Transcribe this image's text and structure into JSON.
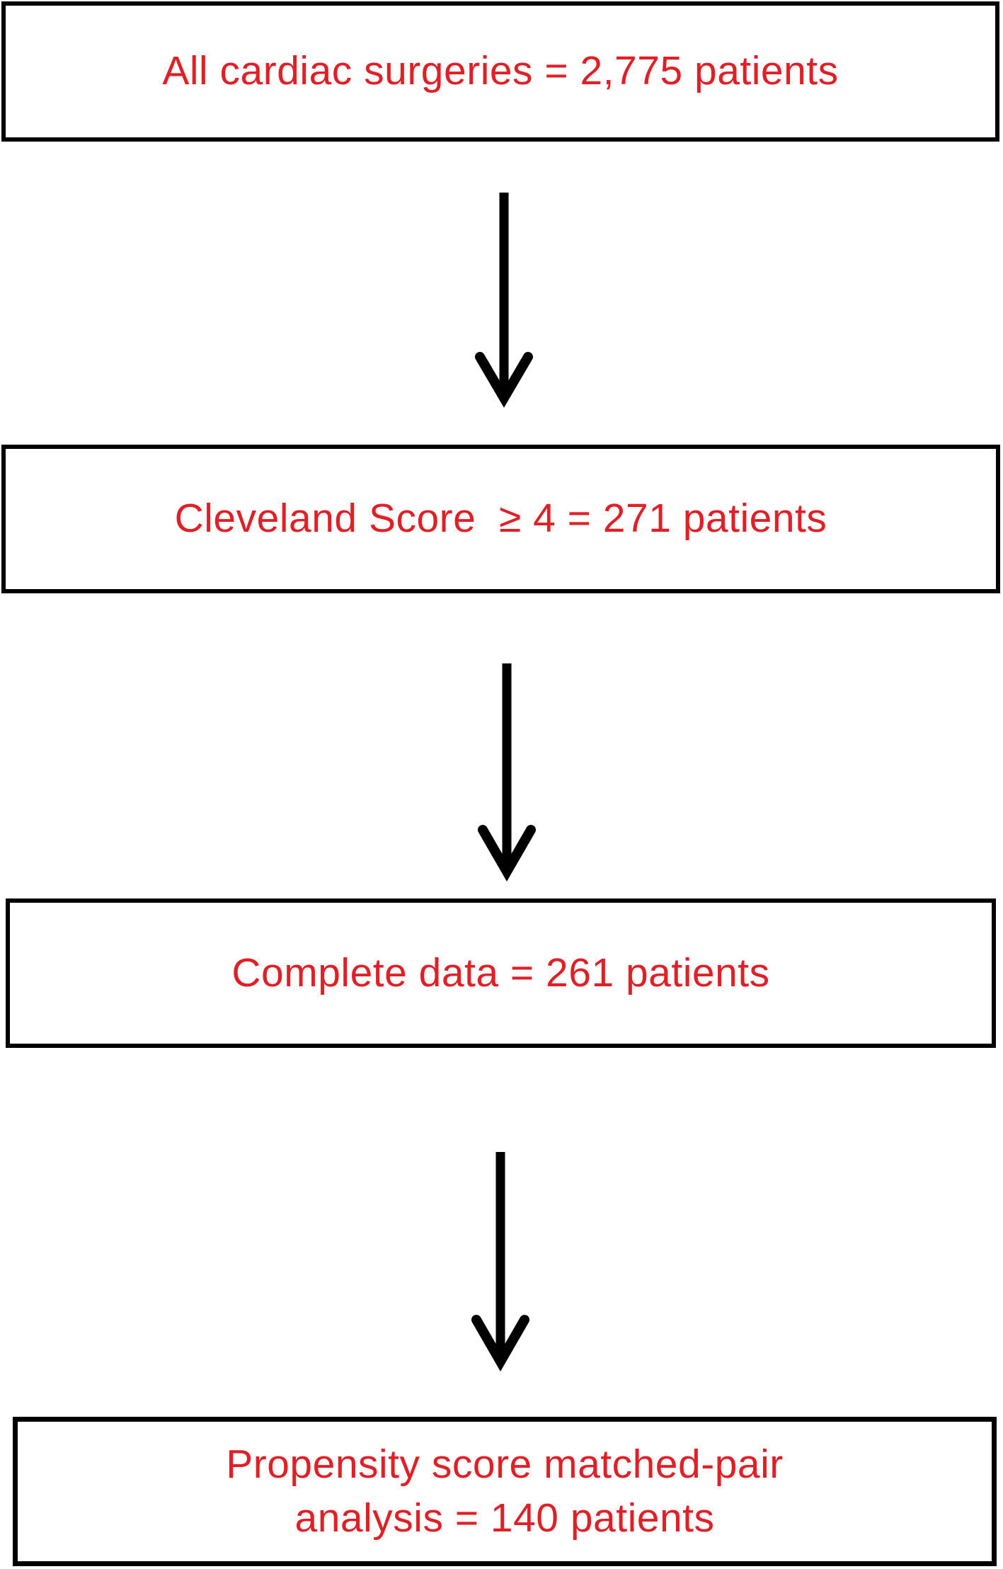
{
  "figure": {
    "type": "patient-flow-diagram",
    "colors": {
      "background": "#ffffff",
      "box_border": "#000000",
      "arrow": "#000000",
      "text": "#e11f26"
    },
    "boxes": [
      {
        "label": "All cardiac surgeries = 2,775 patients"
      },
      {
        "label": "Cleveland Score  ≥ 4 = 271 patients"
      },
      {
        "label": "Complete data = 261 patients"
      },
      {
        "lines": [
          "Propensity score matched-pair",
          "analysis = 140 patients"
        ]
      }
    ],
    "connectors": [
      {
        "name": "down-arrow"
      },
      {
        "name": "down-arrow"
      },
      {
        "name": "down-arrow"
      }
    ]
  }
}
